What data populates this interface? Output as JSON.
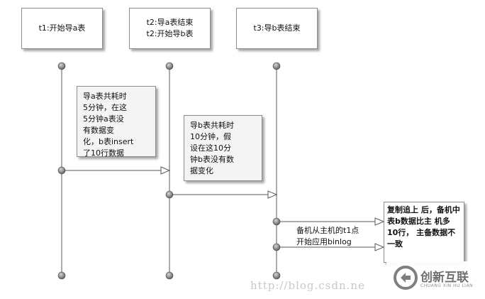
{
  "lifelines": [
    {
      "header_lines": [
        "t1:开始导a表"
      ]
    },
    {
      "header_lines": [
        "t2:导a表结束",
        "t2:开始导b表"
      ]
    },
    {
      "header_lines": [
        "t3:导b表结束"
      ]
    }
  ],
  "notes": {
    "a_table": [
      "导a表共耗时",
      "5分钟，在这",
      "5分钟a表没",
      "有数据变",
      "化，b表insert",
      "了10行数据"
    ],
    "b_table": [
      "导b表共耗时",
      "10分钟，假",
      "设在这10分",
      "钟b表没有数",
      "据变化"
    ],
    "final": [
      "复制追上",
      "后，备机中",
      "表b数据比主",
      "机多10行，",
      "主备数据不",
      "一致"
    ]
  },
  "arrow_label": [
    "备机从主机的t1点",
    "开始应用binlog"
  ],
  "watermark": "http://blog.csdn.ne",
  "brand": {
    "name": "创新互联",
    "subtitle": "CHUANG XIN HU LIAN"
  },
  "colors": {
    "line": "#5a5a5a",
    "box_border": "#8c8c8c",
    "note_bg": "#f4f4f4",
    "dot": "#707070"
  }
}
